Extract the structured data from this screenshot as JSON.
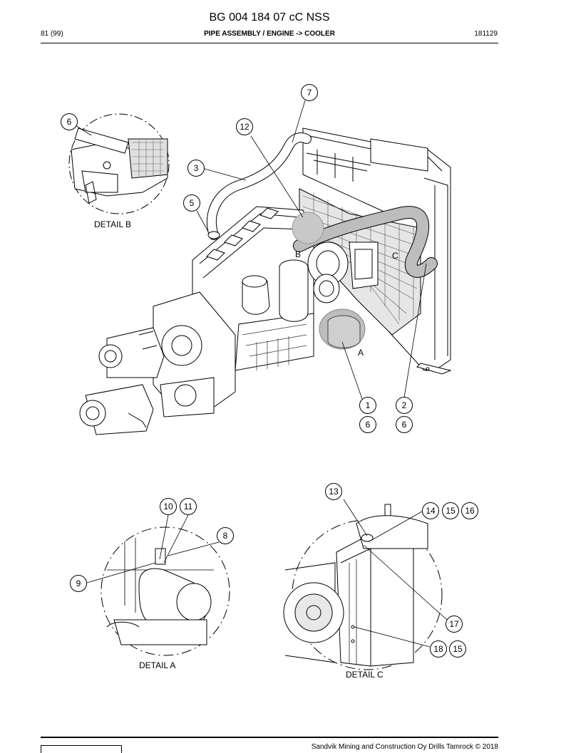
{
  "header": {
    "doc_title": "BG 004 184 07 cC NSS",
    "page": "81 (99)",
    "section": "PIPE ASSEMBLY / ENGINE -> COOLER",
    "code": "181129"
  },
  "callouts": {
    "c1": "1",
    "c2": "2",
    "c3": "3",
    "c5": "5",
    "c6_main1": "6",
    "c6_main2": "6",
    "c6_detailb": "6",
    "c7": "7",
    "c8": "8",
    "c9": "9",
    "c10": "10",
    "c11": "11",
    "c12": "12",
    "c13": "13",
    "c14": "14",
    "c15a": "15",
    "c15b": "15",
    "c16": "16",
    "c17": "17",
    "c18": "18"
  },
  "labels": {
    "detail_a": "DETAIL A",
    "detail_b": "DETAIL B",
    "detail_c": "DETAIL C",
    "ref_a": "A",
    "ref_b": "B",
    "ref_c": "C"
  },
  "footer": {
    "copyright": "Sandvik Mining and Construction Oy Drills Tamrock © 2018"
  }
}
